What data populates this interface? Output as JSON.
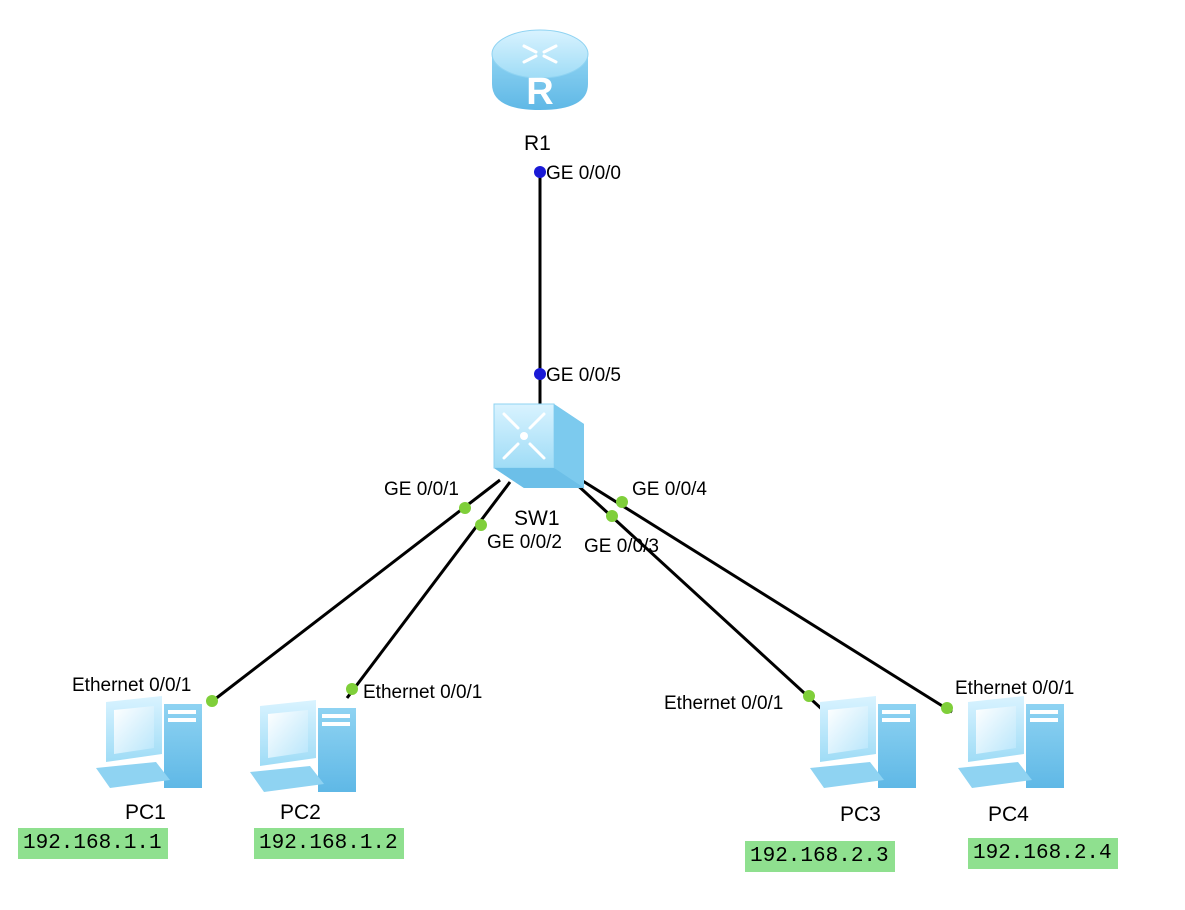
{
  "colors": {
    "link": "#000000",
    "port_dot_router": "#1a1ad6",
    "port_dot_access": "#7fcf3a",
    "ip_label_bg": "#8fe08f",
    "device_fill": "#aee2f7"
  },
  "devices": {
    "router": {
      "name": "R1",
      "icon": "router-icon"
    },
    "switch": {
      "name": "SW1",
      "icon": "switch-icon"
    },
    "pcs": [
      {
        "name": "PC1",
        "icon": "pc-icon",
        "ip": "192.168.1.1"
      },
      {
        "name": "PC2",
        "icon": "pc-icon",
        "ip": "192.168.1.2"
      },
      {
        "name": "PC3",
        "icon": "pc-icon",
        "ip": "192.168.2.3"
      },
      {
        "name": "PC4",
        "icon": "pc-icon",
        "ip": "192.168.2.4"
      }
    ]
  },
  "links": [
    {
      "from": "R1",
      "from_port": "GE 0/0/0",
      "to": "SW1",
      "to_port": "GE 0/0/5"
    },
    {
      "from": "SW1",
      "from_port": "GE 0/0/1",
      "to": "PC1",
      "to_port": "Ethernet 0/0/1"
    },
    {
      "from": "SW1",
      "from_port": "GE 0/0/2",
      "to": "PC2",
      "to_port": "Ethernet 0/0/1"
    },
    {
      "from": "SW1",
      "from_port": "GE 0/0/3",
      "to": "PC3",
      "to_port": "Ethernet 0/0/1"
    },
    {
      "from": "SW1",
      "from_port": "GE 0/0/4",
      "to": "PC4",
      "to_port": "Ethernet 0/0/1"
    }
  ]
}
